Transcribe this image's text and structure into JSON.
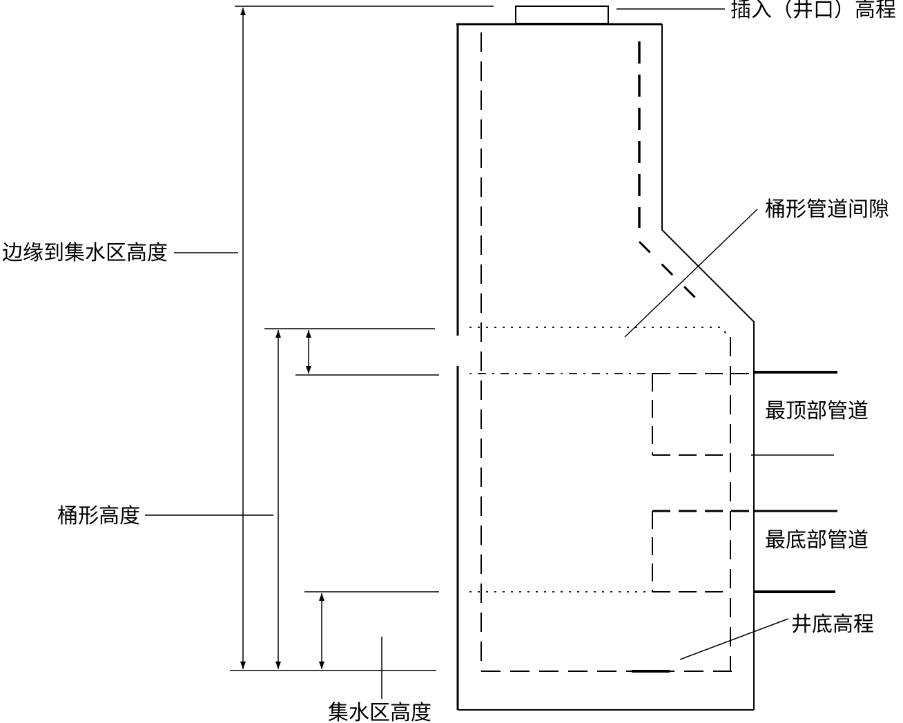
{
  "labels": {
    "insert_elevation": "插入（井口）高程",
    "rim_to_sump_height": "边缘到集水区高度",
    "barrel_pipe_clearance": "桶形管道间隙",
    "top_pipe": "最顶部管道",
    "barrel_height": "桶形高度",
    "bottom_pipe": "最底部管道",
    "invert_elevation": "井底高程",
    "sump_height": "集水区高度"
  },
  "colors": {
    "line": "#000000",
    "background": "#ffffff"
  }
}
